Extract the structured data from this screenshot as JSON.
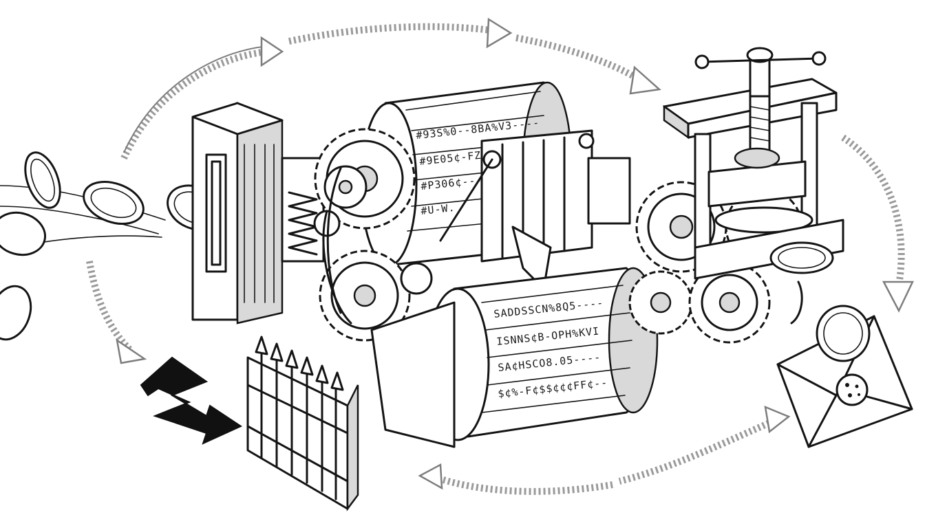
{
  "illustration": {
    "drum_upper_lines": [
      "#93S%0--8BA%V3----",
      "#9E05¢-FZ6Y-SR",
      "#P306¢---",
      "#U-W."
    ],
    "drum_lower_lines": [
      "SADDSSCN%8Q5----",
      "ISNNS¢B-OPH%KVI",
      "SA¢HSCO8.05----",
      "$¢%-F¢$$¢¢¢FF¢--"
    ],
    "colors": {
      "ink": "#141414",
      "arrow": "#9a9a9a",
      "paper": "#ffffff"
    }
  }
}
